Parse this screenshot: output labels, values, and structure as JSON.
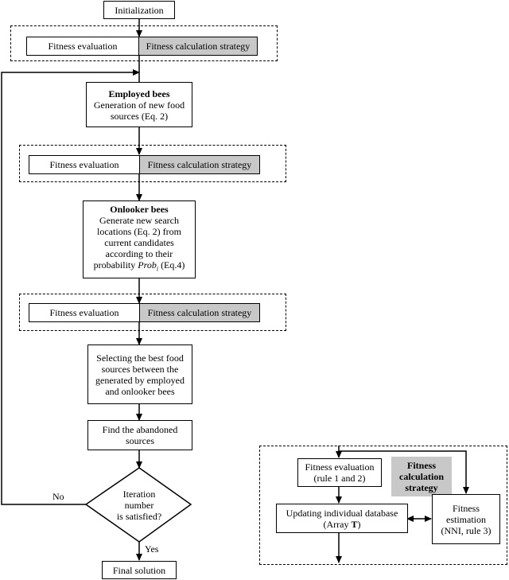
{
  "main_flow": {
    "initialization": "Initialization",
    "fitness_evaluation": "Fitness evaluation",
    "fitness_calculation_strategy": "Fitness calculation strategy",
    "employed": {
      "title": "Employed bees",
      "text": "Generation of new food sources (Eq. 2)"
    },
    "onlooker": {
      "title": "Onlooker bees",
      "line1": "Generate new search",
      "line2": "locations (Eq. 2) from",
      "line3": "current candidates",
      "line4": "according to their",
      "line5_prefix": "probability",
      "prob_symbol": "Prob",
      "prob_subscript": "i",
      "line5_suffix": "(Eq.4)"
    },
    "selecting": "Selecting the best food sources between the generated by employed and onlooker bees",
    "find_abandoned": "Find the abandoned sources",
    "decision": {
      "line1": "Iteration",
      "line2": "number",
      "line3": "is satisfied?"
    },
    "no_label": "No",
    "yes_label": "Yes",
    "final_solution": "Final solution"
  },
  "detail_panel": {
    "fitness_evaluation": "Fitness evaluation (rule 1 and 2)",
    "fitness_calculation_strategy": "Fitness calculation strategy",
    "updating_line1": "Updating individual database",
    "updating_line2_prefix": "(Array ",
    "updating_array": "T",
    "updating_line2_suffix": ")",
    "fitness_estimation": "Fitness estimation (NNI, rule 3)"
  },
  "colors": {
    "strategy_fill": "#c8c8c8",
    "line": "#000000",
    "background": "#ffffff"
  }
}
